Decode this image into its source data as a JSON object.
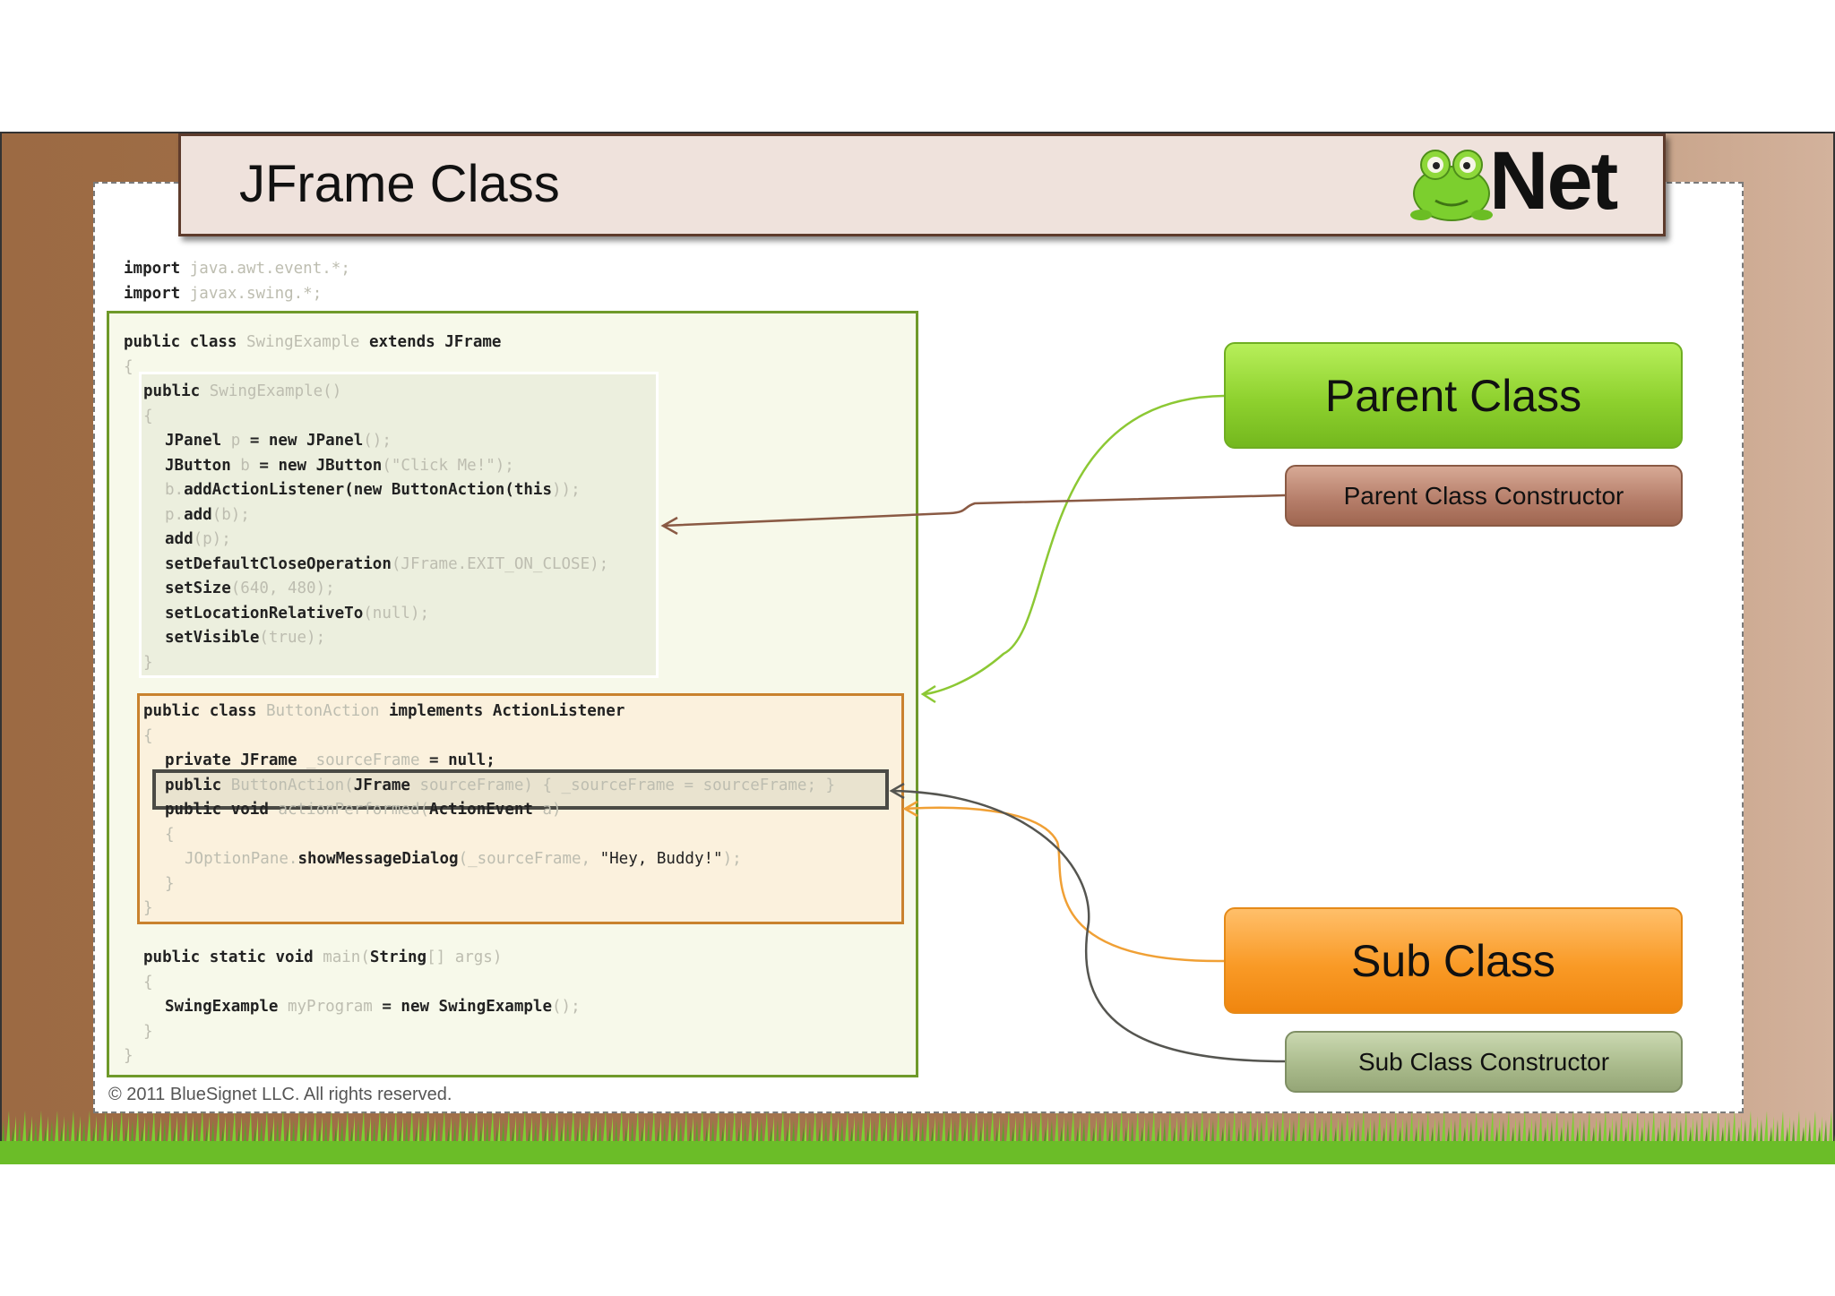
{
  "slide": {
    "title": "JFrame Class",
    "logo_text": "Net",
    "copyright": "© 2011 BlueSignet LLC. All rights reserved."
  },
  "code": {
    "imports": [
      {
        "kw": "import",
        "rest": " java.awt.event.*;"
      },
      {
        "kw": "import",
        "rest": " javax.swing.*;"
      }
    ],
    "class_decl": {
      "a": "public class",
      "b": " SwingExample ",
      "c": "extends JFrame"
    },
    "brace_open": "{",
    "brace_close": "}",
    "ctor_decl": {
      "a": "public",
      "b": " SwingExample()"
    },
    "ctor_lines": [
      {
        "a": "JPanel",
        "b": " p ",
        "c": "= new JPanel",
        "d": "();"
      },
      {
        "a": "JButton",
        "b": " b ",
        "c": "= new JButton",
        "d": "(\"Click Me!\");"
      },
      {
        "a": "b.",
        "b": "addActionListener",
        "c": "(new ButtonAction(",
        "d": "this",
        "e": "));"
      },
      {
        "a": "p.",
        "b": "add",
        "c": "(b);"
      },
      {
        "a": "add",
        "b": "(p);"
      },
      {
        "a": "setDefaultCloseOperation",
        "b": "(JFrame.EXIT_ON_CLOSE);"
      },
      {
        "a": "setSize",
        "b": "(640, 480);"
      },
      {
        "a": "setLocationRelativeTo",
        "b": "(null);"
      },
      {
        "a": "setVisible",
        "b": "(true);"
      }
    ],
    "inner_decl": {
      "a": "public class",
      "b": " ButtonAction ",
      "c": "implements ActionListener"
    },
    "inner_field": {
      "a": "private JFrame",
      "b": " _sourceFrame ",
      "c": "= null;"
    },
    "inner_ctor": {
      "a": "public",
      "b": " ButtonAction(",
      "c": "JFrame",
      "d": " sourceFrame) { _sourceFrame = sourceFrame; }"
    },
    "inner_method": {
      "a": "public void",
      "b": " actionPerformed(",
      "c": "ActionEvent",
      "d": " a)"
    },
    "inner_body": {
      "a": "JOptionPane.",
      "b": "showMessageDialog",
      "c": "(_sourceFrame, ",
      "d": "\"Hey, Buddy!\"",
      "e": ");"
    },
    "main_decl": {
      "a": "public static void",
      "b": " main(",
      "c": "String",
      "d": "[] args)"
    },
    "main_body": {
      "a": "SwingExample",
      "b": " myProgram ",
      "c": "= new SwingExample",
      "d": "();"
    }
  },
  "labels": {
    "parent_class": "Parent Class",
    "parent_ctor": "Parent Class Constructor",
    "sub_class": "Sub Class",
    "sub_ctor": "Sub Class Constructor"
  },
  "colors": {
    "outer_box": "#6f9a2a",
    "inner_box": "#c9822e",
    "parent_green": "#8ed12e",
    "parent_ctor_brown": "#b47c68",
    "sub_orange": "#f99a26",
    "sub_ctor_olive": "#a8b98a"
  }
}
